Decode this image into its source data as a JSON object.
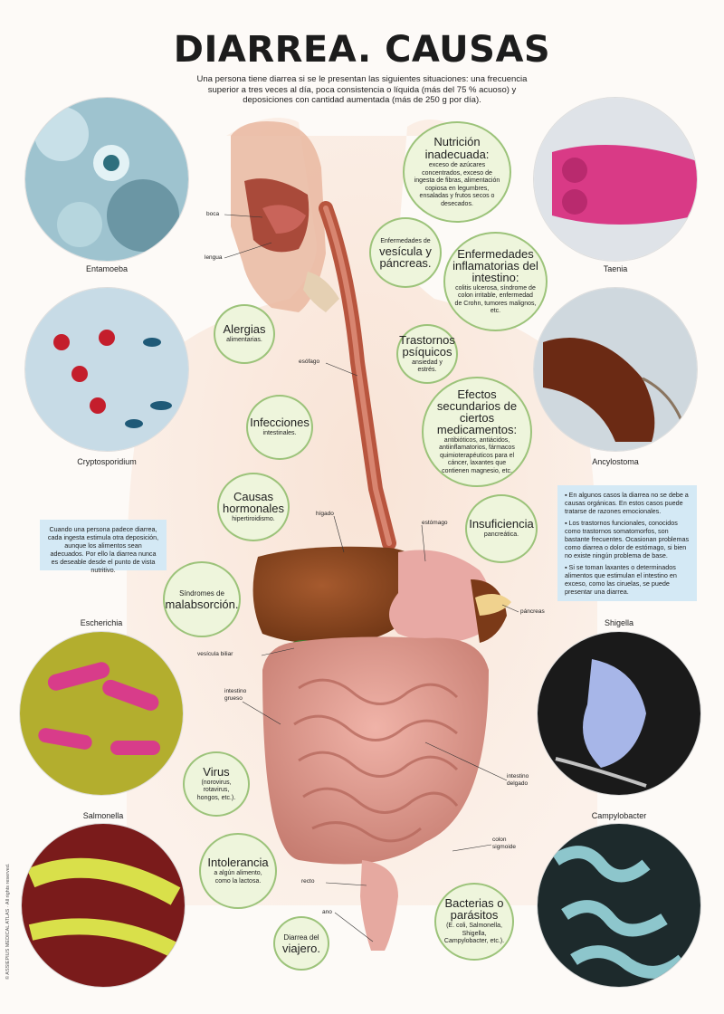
{
  "title": "DIARREA. CAUSAS",
  "subtitle": "Una persona tiene diarrea si se le presentan las siguientes situaciones: una frecuencia superior a tres veces al día, poca consistencia o líquida (más del 75 % acuoso) y deposiciones con cantidad aumentada (más de 250 g por día).",
  "microorganisms": {
    "entamoeba": "Entamoeba",
    "taenia": "Taenia",
    "cryptosporidium": "Cryptosporidium",
    "ancylostoma": "Ancylostoma",
    "escherichia": "Escherichia",
    "shigella": "Shigella",
    "salmonella": "Salmonella",
    "campylobacter": "Campylobacter"
  },
  "causes": {
    "nutricion": {
      "title": "Nutrición inadecuada:",
      "body": "exceso de azúcares concentrados, exceso de ingesta de fibras, alimentación copiosa en legumbres, ensaladas y frutos secos o desecados."
    },
    "vesicula": {
      "pre": "Enfermedades de",
      "title": "vesícula y páncreas."
    },
    "inflamatorias": {
      "title": "Enfermedades inflamatorias del intestino:",
      "body": "colitis ulcerosa, síndrome de colon irritable, enfermedad de Crohn, tumores malignos, etc."
    },
    "alergias": {
      "title": "Alergias",
      "body": "alimentarias."
    },
    "psiquicos": {
      "title": "Trastornos psíquicos",
      "body": "ansiedad y estrés."
    },
    "medicamentos": {
      "title": "Efectos secundarios de ciertos medicamentos:",
      "body": "antibióticos, antiácidos, antiinflamatorios, fármacos quimioterapéuticos para el cáncer, laxantes que contienen magnesio, etc."
    },
    "infecciones": {
      "title": "Infecciones",
      "body": "intestinales."
    },
    "hormonales": {
      "title": "Causas hormonales",
      "body": "hipertiroidismo."
    },
    "insuficiencia": {
      "title": "Insuficiencia",
      "body": "pancreática."
    },
    "malabsorcion": {
      "pre": "Síndromes de",
      "title": "malabsorción."
    },
    "virus": {
      "title": "Virus",
      "body": "(norovirus, rotavirus, hongos, etc.)."
    },
    "intolerancia": {
      "title": "Intolerancia",
      "body": "a algún alimento, como la lactosa."
    },
    "bacterias": {
      "title": "Bacterias o parásitos",
      "body": "(E. coli, Salmonella, Shigella, Campylobacter, etc.)."
    },
    "viajero": {
      "pre": "Diarrea del",
      "title": "viajero."
    }
  },
  "note_left": "Cuando una persona padece diarrea, cada ingesta estimula otra deposición, aunque los alimentos sean adecuados. Por ello la diarrea nunca es deseable desde el punto de vista nutritivo.",
  "note_right": [
    "En algunos casos la diarrea no se debe a causas orgánicas. En estos casos puede tratarse de razones emocionales.",
    "Los trastornos funcionales, conocidos como trastornos somatomorfos, son bastante frecuentes. Ocasionan problemas como diarrea o dolor de estómago, si bien no existe ningún problema de base.",
    "Si se toman laxantes o determinados alimentos que estimulan el intestino en exceso, como las ciruelas, se puede presentar una diarrea."
  ],
  "anatomy_labels": {
    "boca": "boca",
    "lengua": "lengua",
    "esofago": "esófago",
    "higado": "hígado",
    "estomago": "estómago",
    "pancreas": "páncreas",
    "vesicula": "vesícula biliar",
    "intestino_grueso": "intestino grueso",
    "intestino_delgado": "intestino delgado",
    "colon_sigmoide": "colon sigmoide",
    "recto": "recto",
    "ano": "ano"
  },
  "copyright": "© ASSIEPIUS MEDICAL ATLAS · All rights reserved."
}
